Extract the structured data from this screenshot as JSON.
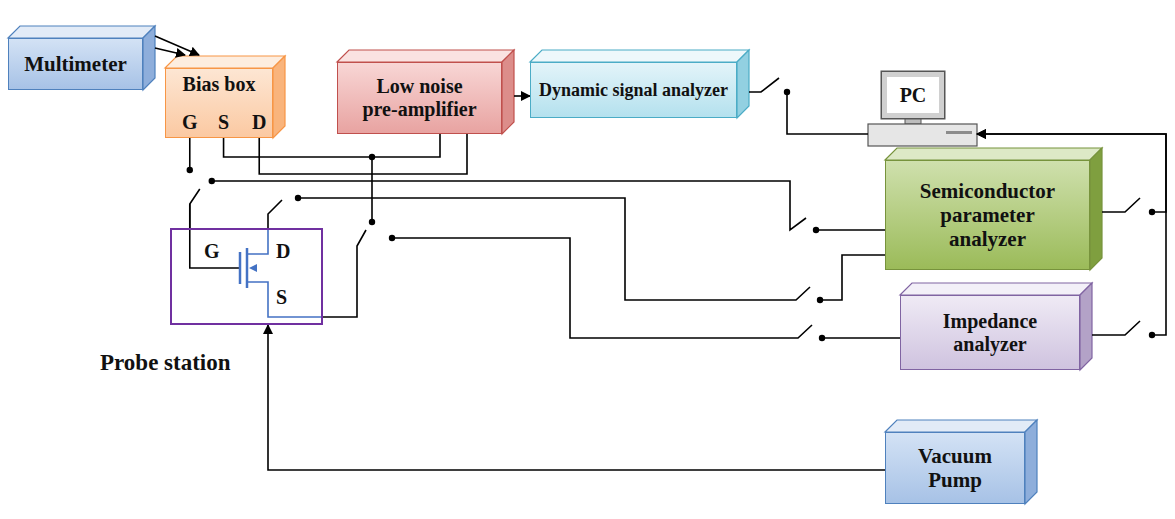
{
  "diagram": {
    "nodes": [
      {
        "text": [
          "Multimeter"
        ]
      },
      {
        "text": [
          "Bias box",
          "G",
          "S",
          "D"
        ]
      },
      {
        "text": [
          "Low noise pre-amplifier"
        ]
      },
      {
        "text": [
          "Dynamic signal analyzer"
        ]
      },
      {
        "text": [
          "PC"
        ]
      },
      {
        "text": [
          "Probe station",
          "G",
          "D",
          "S"
        ]
      },
      {
        "text": [
          "Semiconductor parameter analyzer"
        ]
      },
      {
        "text": [
          "Impedance analyzer"
        ]
      },
      {
        "text": [
          "Vacuum Pump"
        ]
      }
    ],
    "edges": [
      {
        "from": 0,
        "to": 1,
        "arrow": "to"
      },
      {
        "from": 0,
        "to": 1,
        "arrow": "to"
      },
      {
        "from": 1,
        "to": 2,
        "arrow": "none"
      },
      {
        "from": 1,
        "to": 2,
        "arrow": "none"
      },
      {
        "from": 2,
        "to": 3,
        "arrow": "to"
      },
      {
        "from": 3,
        "to": 4,
        "arrow": "none"
      },
      {
        "from": 5,
        "to": 1,
        "arrow": "none"
      },
      {
        "from": 5,
        "to": 6,
        "arrow": "none"
      },
      {
        "from": 5,
        "to": 6,
        "arrow": "none"
      },
      {
        "from": 5,
        "to": 7,
        "arrow": "none"
      },
      {
        "from": 6,
        "to": 4,
        "arrow": "to"
      },
      {
        "from": 7,
        "to": 4,
        "arrow": "to"
      },
      {
        "from": 8,
        "to": 5,
        "arrow": "to"
      }
    ]
  }
}
